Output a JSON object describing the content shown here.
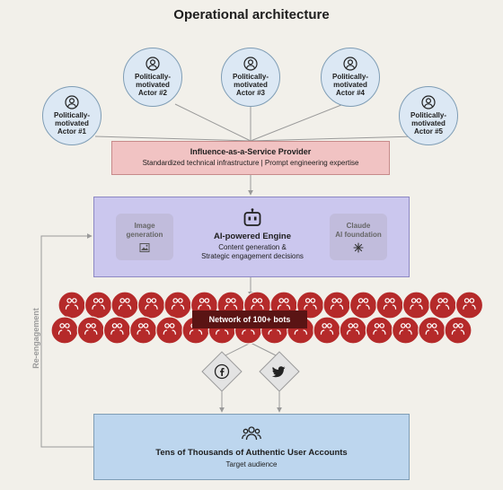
{
  "title": "Operational architecture",
  "actors": [
    {
      "label": "Politically-motivated Actor #1",
      "lines": [
        "Politically-",
        "motivated",
        "Actor #1"
      ]
    },
    {
      "label": "Politically-motivated Actor #2",
      "lines": [
        "Politically-",
        "motivated",
        "Actor #2"
      ]
    },
    {
      "label": "Politically-motivated Actor #3",
      "lines": [
        "Politically-",
        "motivated",
        "Actor #3"
      ]
    },
    {
      "label": "Politically-motivated Actor #4",
      "lines": [
        "Politically-",
        "motivated",
        "Actor #4"
      ]
    },
    {
      "label": "Politically-motivated Actor #5",
      "lines": [
        "Politically-",
        "motivated",
        "Actor #5"
      ]
    }
  ],
  "provider": {
    "title": "Influence-as-a-Service Provider",
    "subtitle": "Standardized technical infrastructure  |  Prompt engineering expertise"
  },
  "engine": {
    "title": "AI-powered Engine",
    "subtitle_line1": "Content generation &",
    "subtitle_line2": "Strategic engagement decisions",
    "icon": "robot-icon",
    "left_box": {
      "line1": "Image",
      "line2": "generation",
      "icon": "image-icon"
    },
    "right_box": {
      "line1": "Claude",
      "line2": "AI foundation",
      "icon": "claude-star-icon"
    }
  },
  "bots": {
    "label": "Network of 100+ bots",
    "icon": "bot-group-icon"
  },
  "platforms": [
    {
      "name": "facebook",
      "icon": "facebook-icon"
    },
    {
      "name": "twitter",
      "icon": "twitter-icon"
    }
  ],
  "audience": {
    "title": "Tens of Thousands of Authentic User Accounts",
    "subtitle": "Target audience",
    "icon": "users-group-icon"
  },
  "loop_label": "Re-engagement",
  "colors": {
    "actor_fill": "#dce8f4",
    "provider_fill": "#f1c3c3",
    "engine_fill": "#cbc7ee",
    "bot_fill": "#b52a2a",
    "bot_label_fill": "#5a1414",
    "audience_fill": "#bdd6ee",
    "background": "#f2f0ea"
  }
}
